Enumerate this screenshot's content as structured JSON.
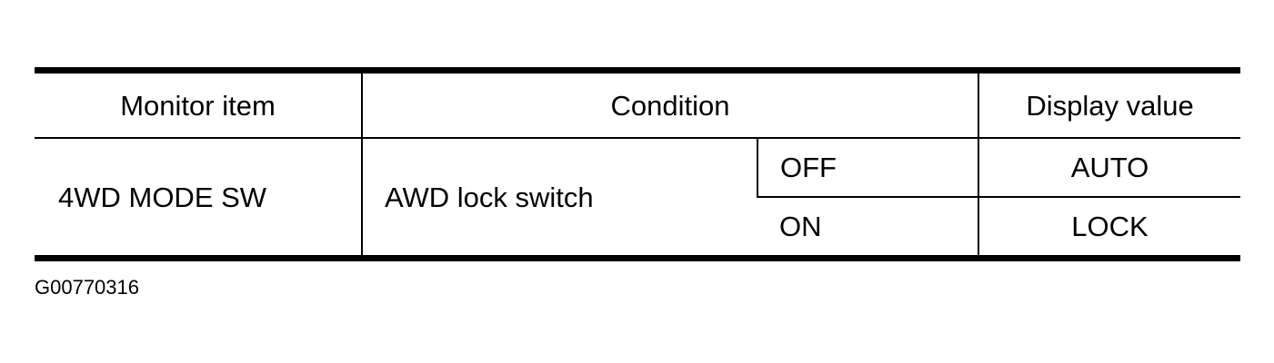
{
  "table": {
    "headers": {
      "monitor_item": "Monitor item",
      "condition": "Condition",
      "display_value": "Display value"
    },
    "rows": [
      {
        "monitor_item": "4WD MODE SW",
        "condition": "AWD lock switch",
        "states": [
          {
            "state": "OFF",
            "display_value": "AUTO"
          },
          {
            "state": "ON",
            "display_value": "LOCK"
          }
        ]
      }
    ]
  },
  "figure_id": "G00770316"
}
